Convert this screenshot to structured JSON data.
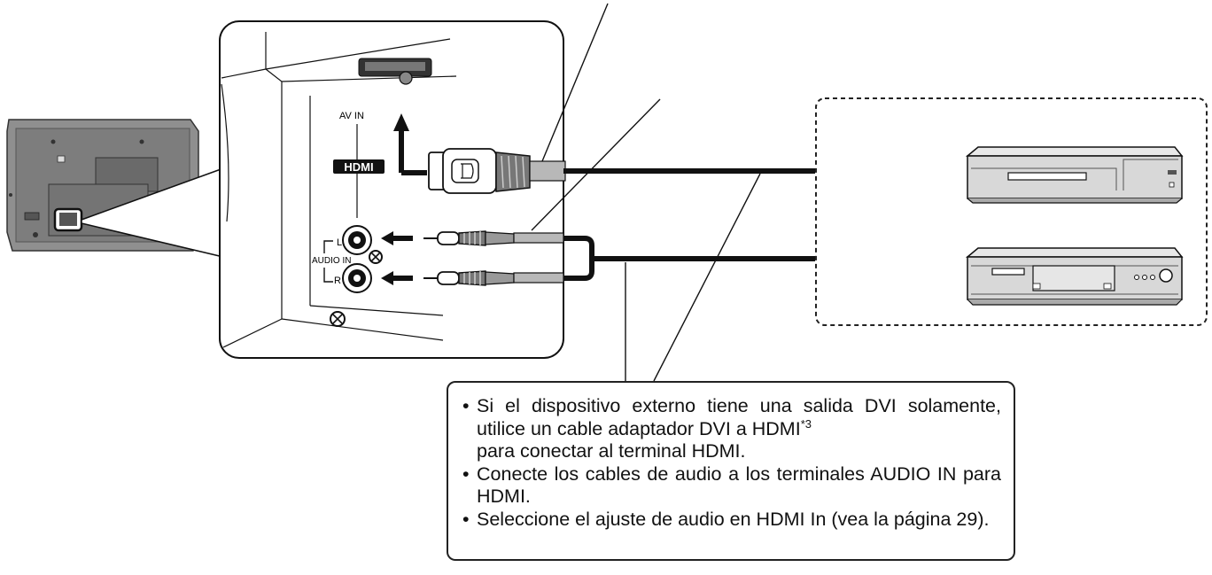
{
  "labels": {
    "av_in": "AV IN",
    "hdmi_logo": "HDMI",
    "audio_in": "AUDIO IN",
    "left": "L",
    "right": "R"
  },
  "notes": [
    {
      "text": "Si el dispositivo externo tiene una salida DVI solamente, utilice un cable adaptador DVI a HDMI",
      "suffix": "*3"
    },
    {
      "text": "para conectar al terminal HDMI.",
      "suffix": ""
    },
    {
      "text": "Conecte los cables de audio a los terminales AUDIO IN para HDMI.",
      "suffix": ""
    },
    {
      "text": "Seleccione el ajuste de audio en HDMI In (vea la página 29).",
      "suffix": ""
    }
  ],
  "colors": {
    "line": "#111111",
    "tv_back": "#8a8a8a",
    "cable_gray": "#b8b8b8",
    "device": "#d8d8d8"
  },
  "icons": [
    "tv-back-icon",
    "hdmi-cable-icon",
    "audio-plug-icon",
    "screw-icon",
    "dvd-player-icon",
    "dvd-recorder-icon"
  ]
}
